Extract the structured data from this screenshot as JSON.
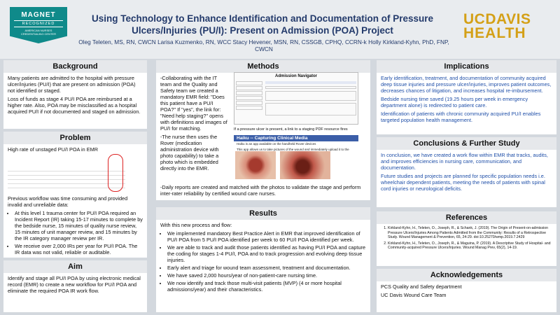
{
  "header": {
    "title": "Using Technology to Enhance Identification and Documentation of Pressure Ulcers/Injuries (PU/I): Present on Admission (POA) Project",
    "authors": "Oleg Teleten, MS, RN, CWCN   Larisa Kuzmenko, RN, WCC   Stacy Hevener, MSN, RN, CSSGB, CPHQ, CCRN-k   Holly Kirkland-Kyhn, PhD, FNP, CWCN",
    "magnet_line1": "MAGNET",
    "magnet_line2": "RECOGNIZED",
    "magnet_line3": "AMERICAN NURSES",
    "magnet_line4": "CREDENTIALING CENTER",
    "logo_line1": "UCDAVIS",
    "logo_line2": "HEALTH",
    "brand_color": "#233a6b",
    "logo_color": "#d4a017"
  },
  "background": {
    "heading": "Background",
    "p1": "Many patients are admitted to the hospital with pressure ulcer/injuries (PU/I) that are present on admission (POA) not identified or staged.",
    "p2": "Loss of funds as stage 4 PU/I POA are reimbursed at a higher rate. Also, POA may be misclassified as a hospital acquired PU/I if not documented and staged on admission."
  },
  "problem": {
    "heading": "Problem",
    "subtitle": "High rate of unstaged PU/I POA in EMR",
    "after_table": "Previous workflow was time consuming and provided invalid and unreliable data:",
    "bullets": [
      "At this level 1 trauma center for PU/I POA required an Incident Report (IR) taking 15-17 minutes to complete by the bedside nurse, 15 minutes of quality nurse review, 15 minutes of unit manager review, and 15 minutes by the IR category manager review per IR.",
      "We receive over 2,000 IRs per year for PU/I POA. The IR data was not valid, reliable or auditable."
    ]
  },
  "aim": {
    "heading": "Aim",
    "text": "Identify and stage all PU/I POA by using electronic medical record (EMR) to create a new workflow for PU/I POA and eliminate the required POA IR work flow."
  },
  "methods": {
    "heading": "Methods",
    "col_text": "-Collaborating with the IT team and the Quality and Safety team we created a mandatory EMR field: \"Does this patient have a PU/I POA?\" If \"yes\", the link for: \"Need help staging?\" opens with definitions and images of PU/I for matching.",
    "col_text2": "-The nurse then uses the Rover (medication administration device with photo capability) to take a photo which is embedded directly into the EMR.",
    "bottom_text": "-Daily reports are created and matched with the photos to validate the stage and perform inter-rater reliability by certified wound care nurses.",
    "screenshot_title": "Admission Navigator",
    "screenshot_caption": "If a pressure ulcer is present, a link to a staging PDF resource fires",
    "haiku_title": "Haiku -- Capturing Clinical Media",
    "haiku_b1": "Haiku is an app available on the handheld Rover devices",
    "haiku_b2": "This app allows us to take pictures of the wound and immediately upload it to the patients Media Tab in Epic"
  },
  "results": {
    "heading": "Results",
    "intro": "With this new process and flow:",
    "bullets": [
      "We implemented mandatory Best Practice Alert in EMR that  improved identification of PU/I POA from 5 PU/I POA identified per week to 60 PU/I POA identified per week.",
      "We are able to track and audit those patients identified as having PU/I POA and capture the coding for stages 1-4 PU/I, POA and to track progression and evolving deep tissue injuries.",
      "Early alert and triage for wound team assessment, treatment and documentation.",
      "We have saved 2,000 hours/year of non-patient-care nursing time.",
      "We now identify and track those multi-visit patients (MVP) (4 or more hospital admissions/year) and their characteristics."
    ]
  },
  "implications": {
    "heading": "Implications",
    "p1": "Early identification, treatment, and documentation of community acquired deep tissue injuries and pressure ulcer/injuries, improves patient outcomes, decreases chances of litigation, and increases hospital re-imbursement.",
    "p2": "Bedside nursing time saved (19.25 hours per week in emergency department alone) is redirected to patient care.",
    "p3": "Identification of patients with chronic community acquired PU/I enables targeted population health management."
  },
  "conclusions": {
    "heading": "Conclusions & Further Study",
    "p1": "In conclusion, we have created a work flow within EMR that tracks, audits, and improves efficiencies in nursing care, communication, and documentation.",
    "p2": "Future studies and projects are planned for specific population needs i.e. wheelchair dependent patients, meeting the needs of patients with spinal cord injuries or neurological deficits."
  },
  "references": {
    "heading": "References",
    "items": [
      "Kirkland-Kyhn, H., Teleten, O., Joseph, R., & Schank, J. (2019). The Origin of Present-on-admission Pressure Ulcers/Injuries Among Patients Admitted from the Community: Results of a Retrospective Study. Wound Management & Prevention, 65, 24-29. doi:10.25270/wmp.2019.7.2429",
      "Kirkland-Kyhn, H., Teleten, O., Joseph, R., & Maguina, P. (2019). A Descriptive Study of Hospital- and Community-acquired Pressure Ulcers/Injuries. Wound Manag Prev, 65(2), 14-19."
    ]
  },
  "acknowledgements": {
    "heading": "Acknowledgements",
    "line1": "PCS Quality and Safety department",
    "line2": "UC Davis Wound Care Team"
  }
}
